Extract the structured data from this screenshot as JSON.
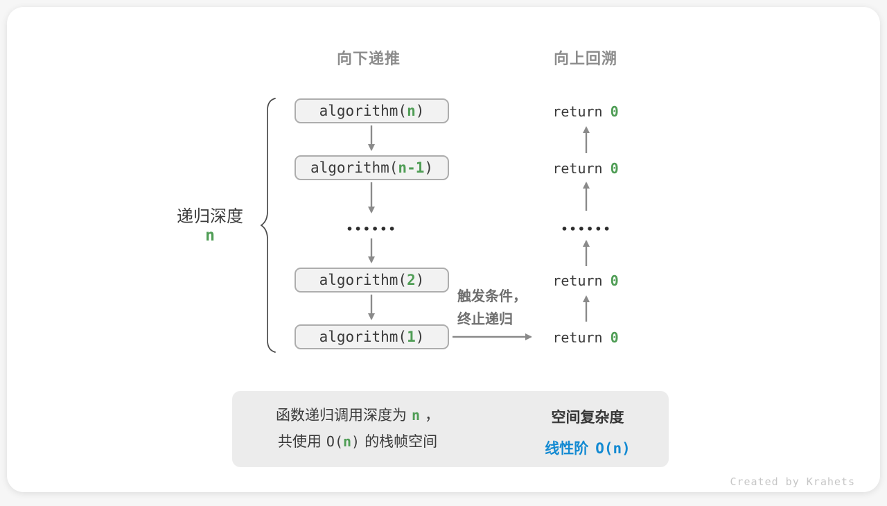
{
  "palette": {
    "green": "#4f9d55",
    "blue": "#138ad2",
    "arrow_gray": "#8a8a8a",
    "box_fill": "#f2f2f2",
    "box_border": "#adadad",
    "summary_fill": "#ececec"
  },
  "headers": {
    "downward": "向下递推",
    "upward": "向上回溯"
  },
  "depth_brace": {
    "label": "递归深度",
    "value": "n"
  },
  "call_stack": [
    {
      "prefix": "algorithm(",
      "arg": "n",
      "suffix": ")"
    },
    {
      "prefix": "algorithm(",
      "arg": "n-1",
      "suffix": ")"
    },
    {
      "prefix": "algorithm(",
      "arg": "2",
      "suffix": ")"
    },
    {
      "prefix": "algorithm(",
      "arg": "1",
      "suffix": ")"
    }
  ],
  "ellipsis": "••••••",
  "returns": [
    {
      "keyword": "return",
      "value": "0"
    },
    {
      "keyword": "return",
      "value": "0"
    },
    {
      "keyword": "return",
      "value": "0"
    },
    {
      "keyword": "return",
      "value": "0"
    }
  ],
  "base_case_note": {
    "line1": "触发条件，",
    "line2": "终止递归"
  },
  "summary": {
    "line1_pre": "函数递归调用深度为",
    "line1_var": "n",
    "line1_post": "，",
    "line2_pre": "共使用",
    "line2_o_open": "O(",
    "line2_var": "n",
    "line2_o_close": ")",
    "line2_post": "的栈帧空间",
    "result_title": "空间复杂度",
    "result_class": "线性阶",
    "result_notation": "O(n)"
  },
  "footer": {
    "credit": "Created by Krahets"
  }
}
